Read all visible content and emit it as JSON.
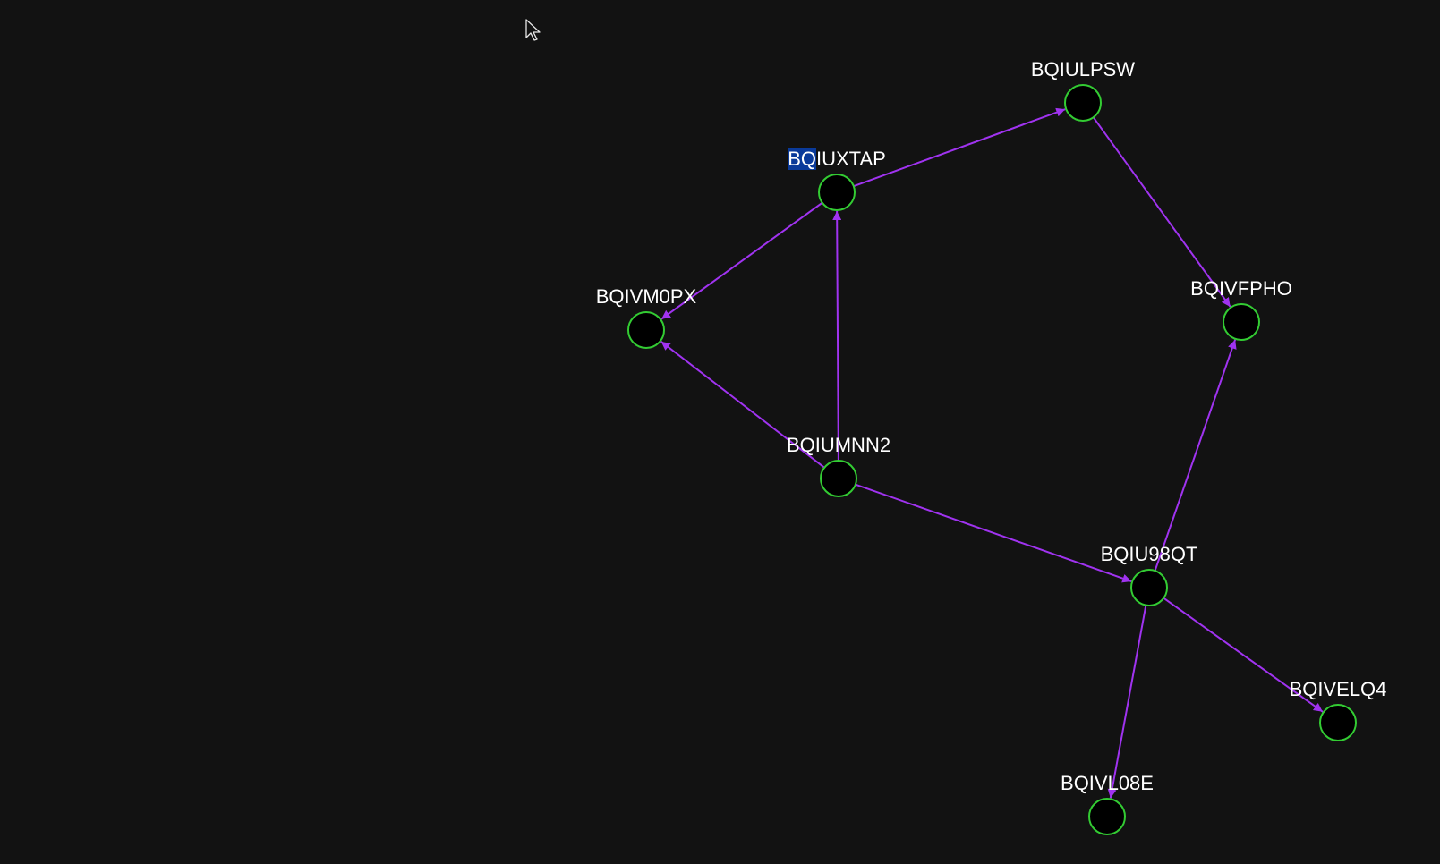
{
  "graph": {
    "background_color": "#121212",
    "node_fill_color": "#000000",
    "node_stroke_color": "#33cc33",
    "edge_color": "#a033f0",
    "label_color": "#ffffff",
    "selection_highlight_color": "#0a3a9a",
    "selected_node": "BQIUXTAP",
    "selected_text": "BQ",
    "nodes": [
      {
        "id": "BQIULPSW",
        "label": "BQIULPSW"
      },
      {
        "id": "BQIUXTAP",
        "label": "BQIUXTAP"
      },
      {
        "id": "BQIVM0PX",
        "label": "BQIVM0PX"
      },
      {
        "id": "BQIVFPHO",
        "label": "BQIVFPHO"
      },
      {
        "id": "BQIUMNN2",
        "label": "BQIUMNN2"
      },
      {
        "id": "BQIU98QT",
        "label": "BQIU98QT"
      },
      {
        "id": "BQIVELQ4",
        "label": "BQIVELQ4"
      },
      {
        "id": "BQIVL08E",
        "label": "BQIVL08E"
      }
    ],
    "edges": [
      {
        "from": "BQIUXTAP",
        "to": "BQIULPSW"
      },
      {
        "from": "BQIULPSW",
        "to": "BQIVFPHO"
      },
      {
        "from": "BQIUXTAP",
        "to": "BQIVM0PX"
      },
      {
        "from": "BQIUMNN2",
        "to": "BQIUXTAP"
      },
      {
        "from": "BQIUMNN2",
        "to": "BQIVM0PX"
      },
      {
        "from": "BQIUMNN2",
        "to": "BQIU98QT"
      },
      {
        "from": "BQIU98QT",
        "to": "BQIVFPHO"
      },
      {
        "from": "BQIU98QT",
        "to": "BQIVELQ4"
      },
      {
        "from": "BQIU98QT",
        "to": "BQIVL08E"
      }
    ]
  },
  "cursor": {
    "icon": "mouse-pointer-icon"
  }
}
